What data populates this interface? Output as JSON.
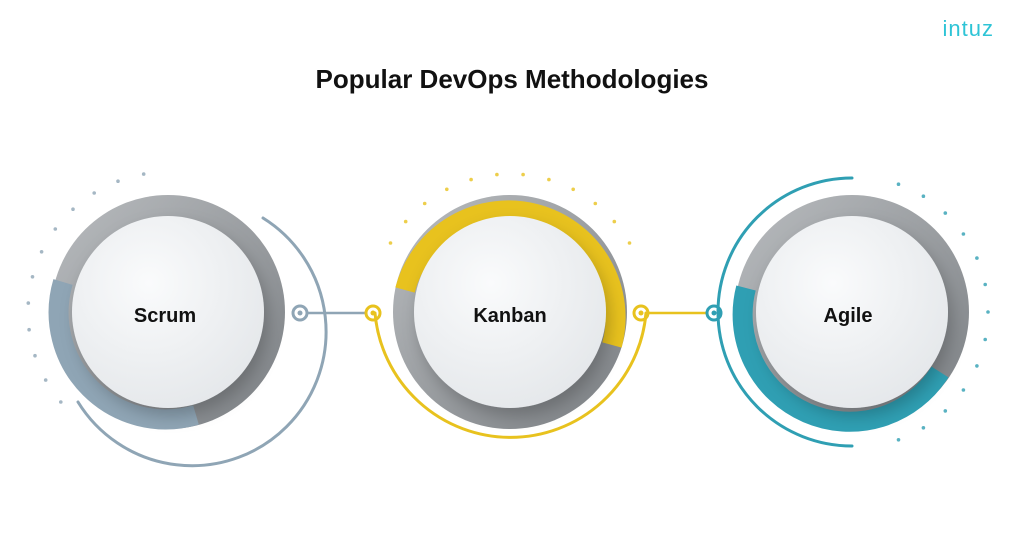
{
  "brand": {
    "logo_text": "intuz",
    "logo_color": "#2ec4d6"
  },
  "title": "Popular DevOps Methodologies",
  "methodologies": [
    {
      "label": "Scrum",
      "accent": "#8fa5b5"
    },
    {
      "label": "Kanban",
      "accent": "#e8c21e"
    },
    {
      "label": "Agile",
      "accent": "#2f9fb3"
    }
  ]
}
